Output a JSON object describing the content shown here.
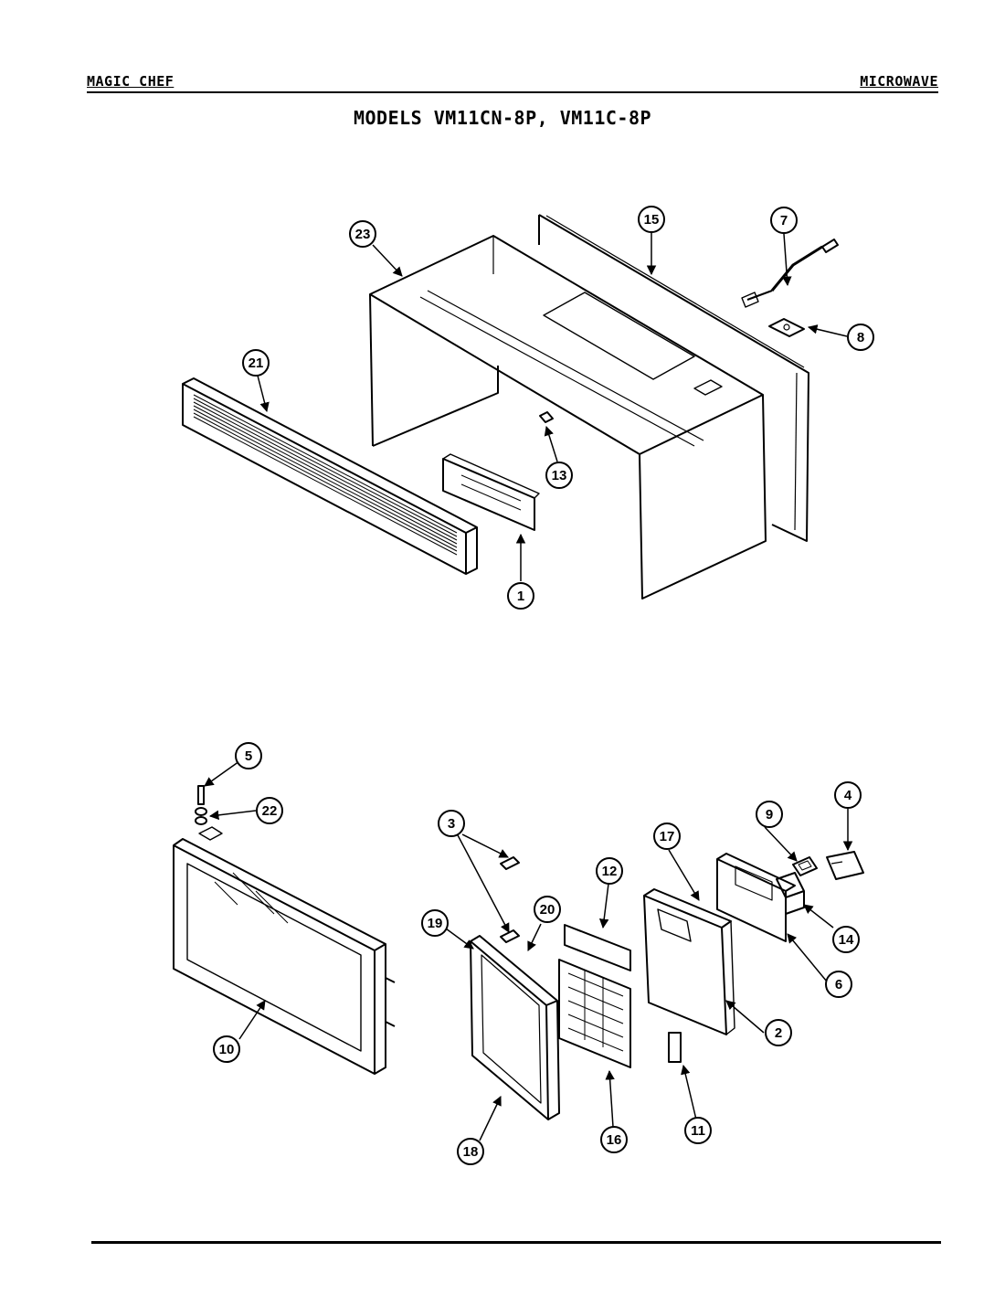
{
  "header": {
    "brand": "MAGIC CHEF",
    "category": "MICROWAVE"
  },
  "title": "MODELS VM11CN-8P, VM11C-8P",
  "callouts": {
    "c1": "1",
    "c2": "2",
    "c3": "3",
    "c4": "4",
    "c5": "5",
    "c6": "6",
    "c7": "7",
    "c8": "8",
    "c9": "9",
    "c10": "10",
    "c11": "11",
    "c12": "12",
    "c13": "13",
    "c14": "14",
    "c15": "15",
    "c16": "16",
    "c17": "17",
    "c18": "18",
    "c19": "19",
    "c20": "20",
    "c21": "21",
    "c22": "22",
    "c23": "23"
  }
}
